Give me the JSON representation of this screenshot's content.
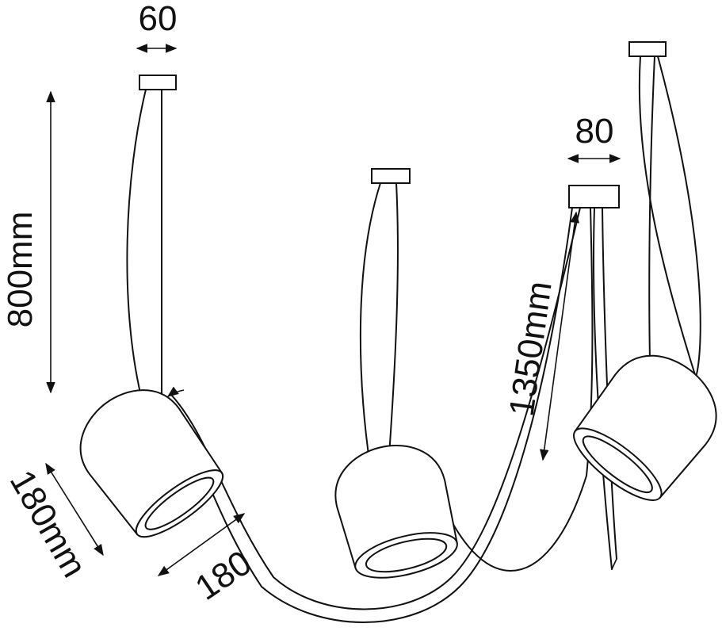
{
  "dimensions": {
    "canopy_small_width": "60",
    "canopy_large_width": "80",
    "drop_height": "800mm",
    "cable_length": "1350mm",
    "shade_depth": "180mm",
    "shade_diameter": "180"
  }
}
